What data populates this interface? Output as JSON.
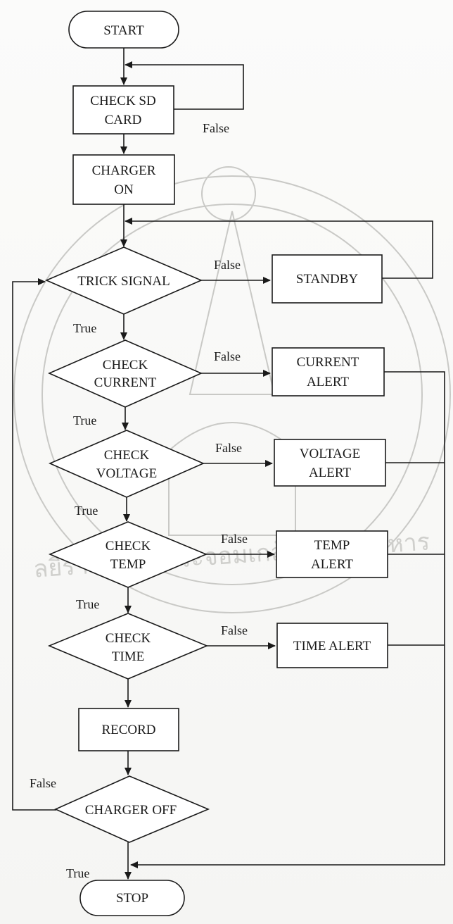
{
  "nodes": {
    "start": "START",
    "check_sd_card": [
      "CHECK SD",
      "CARD"
    ],
    "charger_on": [
      "CHARGER",
      "ON"
    ],
    "trick_signal": "TRICK SIGNAL",
    "standby": "STANDBY",
    "check_current": [
      "CHECK",
      "CURRENT"
    ],
    "current_alert": [
      "CURRENT",
      "ALERT"
    ],
    "check_voltage": [
      "CHECK",
      "VOLTAGE"
    ],
    "voltage_alert": [
      "VOLTAGE",
      "ALERT"
    ],
    "check_temp": [
      "CHECK",
      "TEMP"
    ],
    "temp_alert": [
      "TEMP",
      "ALERT"
    ],
    "check_time": [
      "CHECK",
      "TIME"
    ],
    "time_alert": "TIME ALERT",
    "record": "RECORD",
    "charger_off": "CHARGER OFF",
    "stop": "STOP"
  },
  "edge_labels": {
    "sd_false": "False",
    "trick_false": "False",
    "trick_true": "True",
    "current_false": "False",
    "current_true": "True",
    "voltage_false": "False",
    "voltage_true": "True",
    "temp_false": "False",
    "temp_true": "True",
    "time_false": "False",
    "off_false": "False",
    "off_true": "True"
  },
  "watermark": {
    "text": "ลยีราชมงคลพระจอมเกล้าเจ้าคุณทหาร"
  }
}
